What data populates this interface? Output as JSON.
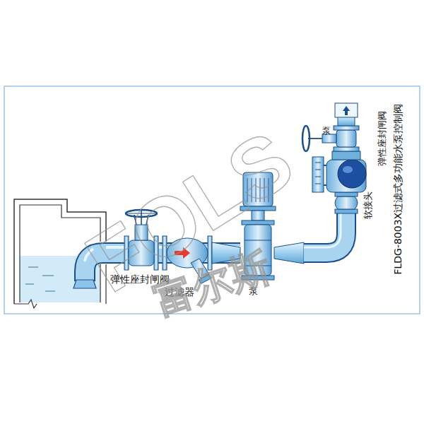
{
  "diagram": {
    "labels": [
      "FOLS",
      "泵",
      "弹性座封闸阀",
      "软接头",
      "FLDG-8003X过滤式多功能水泵控制阀",
      "泵",
      "弹性座封闸阀",
      "过滤器",
      "富尔斯"
    ]
  }
}
